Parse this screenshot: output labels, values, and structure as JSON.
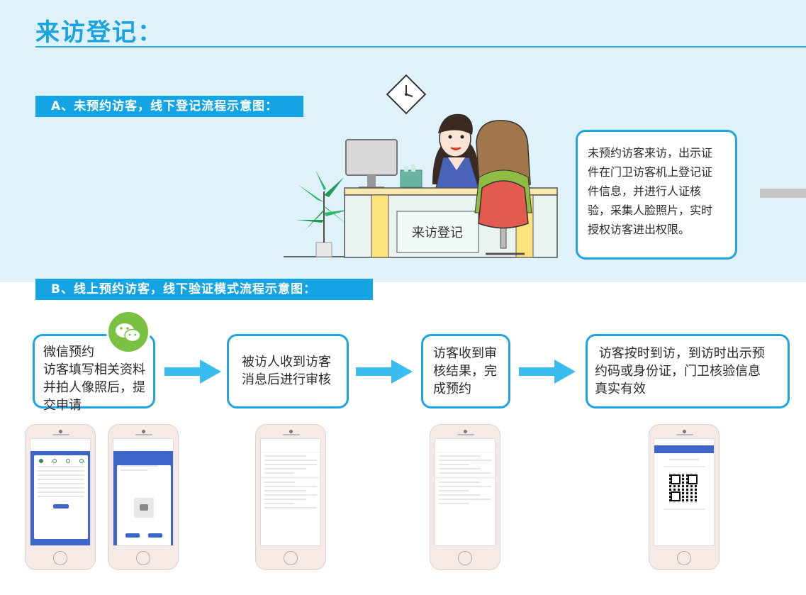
{
  "title": "来访登记：",
  "section_a": {
    "banner": "A、未预约访客，线下登记流程示意图：",
    "desk_sign": "来访登记",
    "description": [
      "未预约访客来访，出示证",
      "件在门卫访客机上登记证",
      "件信息，并进行人证核",
      "验，采集人脸照片，实时",
      "授权访客进出权限。"
    ]
  },
  "section_b": {
    "banner": "B、线上预约访客，线下验证模式流程示意图：",
    "steps": [
      {
        "lines": [
          "微信预约",
          "访客填写相关资料",
          "并拍人像照后，提",
          "交申请"
        ]
      },
      {
        "lines": [
          "被访人收到访客",
          "消息后进行审核"
        ]
      },
      {
        "lines": [
          "访客收到审",
          "核结果，完",
          "成预约"
        ]
      },
      {
        "lines": [
          " 访客按时到访，到访时出示预",
          "约码或身份证，门卫核验信息",
          "真实有效"
        ]
      }
    ]
  },
  "colors": {
    "accent": "#1ca5e2",
    "banner": "#14a4e4",
    "arrow": "#3bbcee",
    "top_bg": "#dff1f9",
    "wechat": "#7ac142"
  },
  "icons": [
    "wechat-icon",
    "clock-icon",
    "arrow-right-icon",
    "plant-icon",
    "monitor-icon",
    "chair-icon",
    "camera-icon",
    "qr-code-icon"
  ]
}
